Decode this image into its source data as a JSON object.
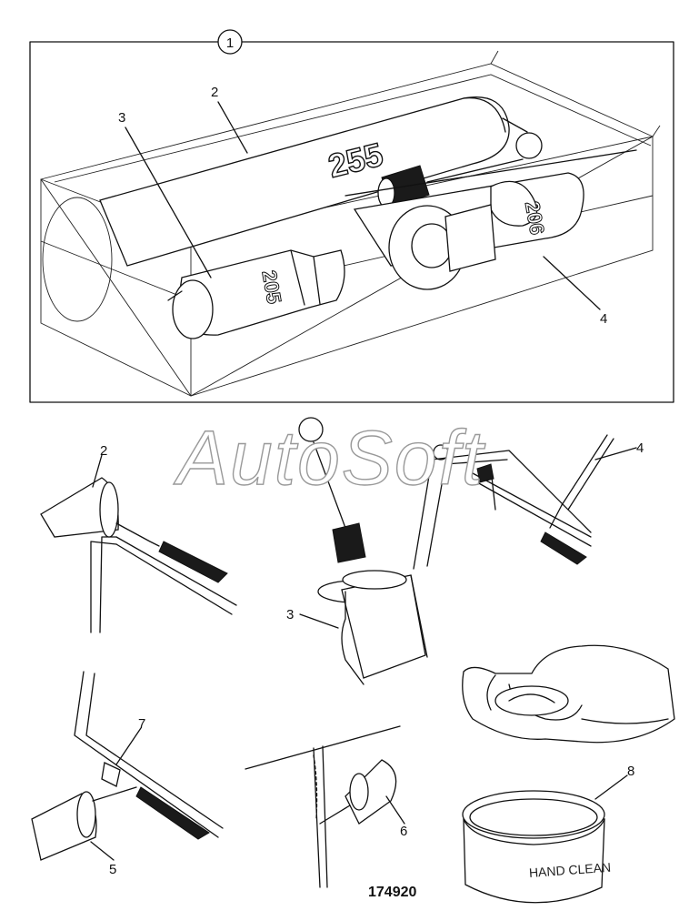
{
  "callouts": {
    "kit": "1",
    "top_2": "2",
    "top_3": "3",
    "top_4": "4",
    "step_2": "2",
    "step_3": "3",
    "step_4": "4",
    "step_5": "5",
    "step_6": "6",
    "step_7": "7",
    "step_8": "8"
  },
  "tube_labels": {
    "large_tube": "255",
    "small_tube_left": "205",
    "small_tube_right": "206"
  },
  "jar_label": "HAND CLEAN",
  "figure_ref": "174920",
  "watermark": "AutoSoft"
}
